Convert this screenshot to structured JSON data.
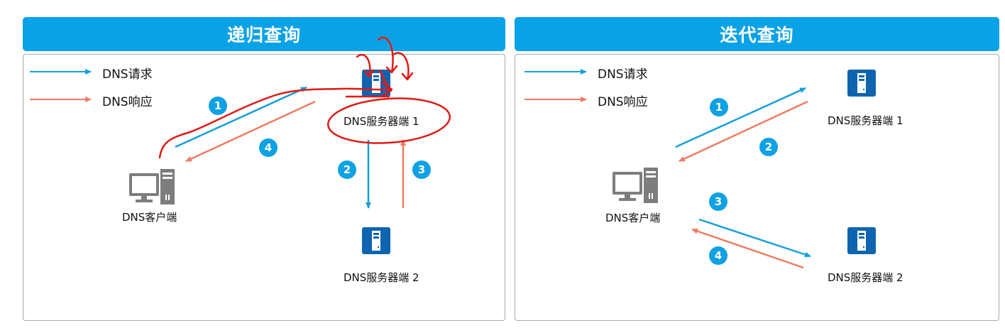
{
  "colors": {
    "header": "#0aa2e6",
    "request": "#159fdc",
    "response": "#ee7c63",
    "server": "#0f64b0",
    "badge": "#0ea1e4",
    "annotation": "#e01a14"
  },
  "recursive": {
    "title": "递归查询",
    "legend": {
      "request": "DNS请求",
      "response": "DNS响应"
    },
    "client_label": "DNS客户端",
    "server1_label": "DNS服务器端 1",
    "server2_label": "DNS服务器端 2",
    "steps": [
      "1",
      "2",
      "3",
      "4"
    ]
  },
  "iterative": {
    "title": "迭代查询",
    "legend": {
      "request": "DNS请求",
      "response": "DNS响应"
    },
    "client_label": "DNS客户端",
    "server1_label": "DNS服务器端 1",
    "server2_label": "DNS服务器端 2",
    "steps": [
      "1",
      "2",
      "3",
      "4"
    ]
  }
}
